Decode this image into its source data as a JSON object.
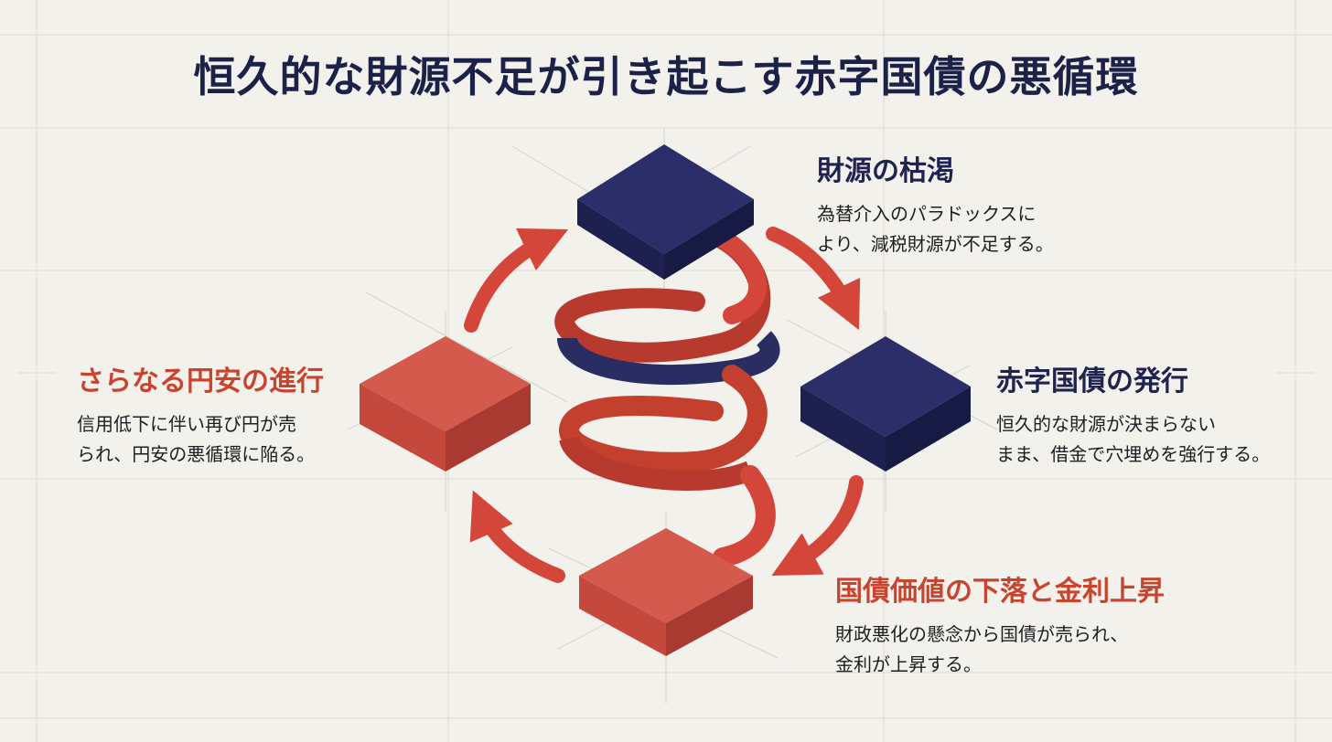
{
  "title": "恒久的な財源不足が引き起こす赤字国債の悪循環",
  "colors": {
    "navy": "#20234f",
    "red": "#d5463a",
    "background": "#f3f1ec"
  },
  "steps": [
    {
      "heading": "財源の枯渇",
      "body": "為替介入のパラドックスに\nより、減税財源が不足する。",
      "color": "navy"
    },
    {
      "heading": "赤字国債の発行",
      "body": "恒久的な財源が決まらない\nまま、借金で穴埋めを強行する。",
      "color": "navy"
    },
    {
      "heading": "国債価値の下落と金利上昇",
      "body": "財政悪化の懸念から国債が売られ、\n金利が上昇する。",
      "color": "red"
    },
    {
      "heading": "さらなる円安の進行",
      "body": "信用低下に伴い再び円が売\nられ、円安の悪循環に陥る。",
      "color": "red"
    }
  ]
}
